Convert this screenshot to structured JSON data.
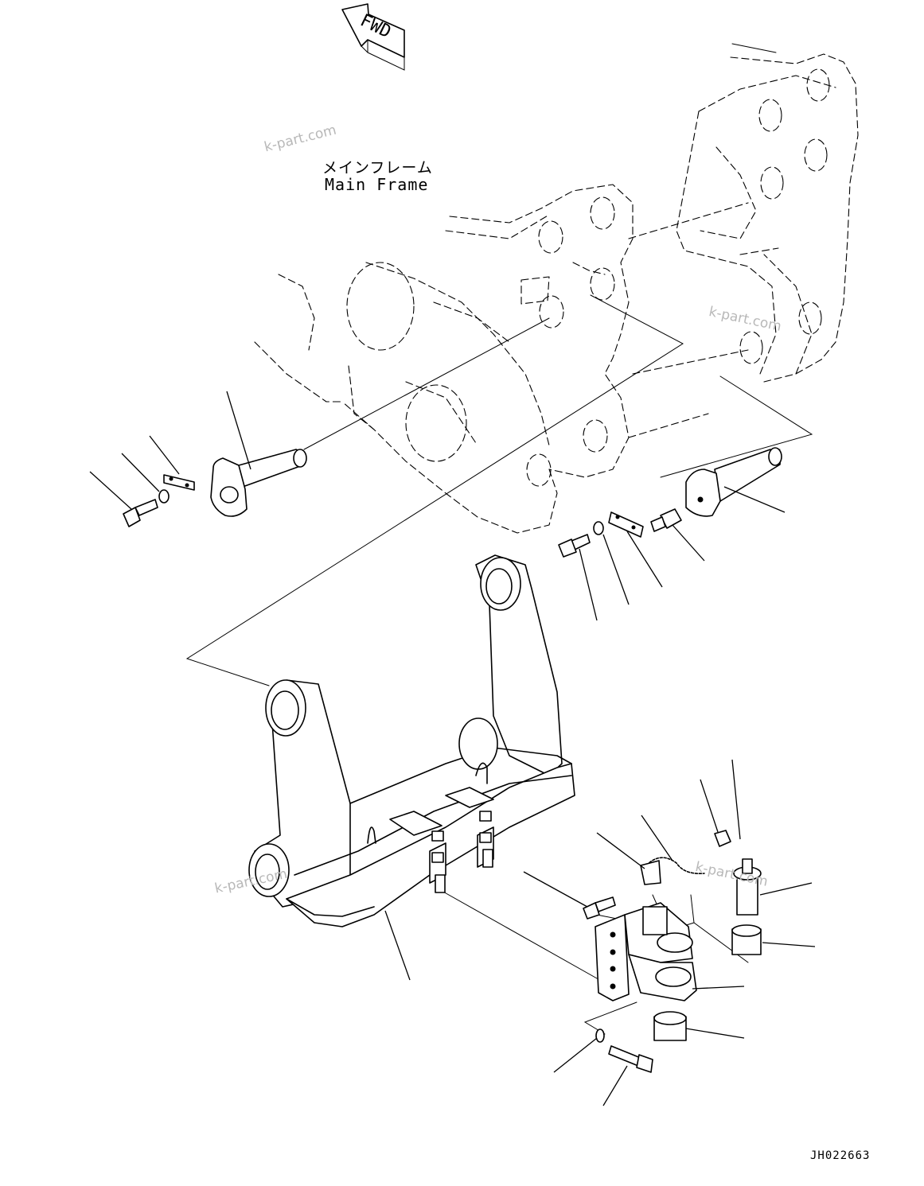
{
  "direction_marker": {
    "text": "FWD"
  },
  "labels": {
    "main_frame_jp": "メインフレーム",
    "main_frame_en": "Main Frame"
  },
  "drawing_number": "JH022663",
  "watermarks": [
    "k-part.com",
    "k-part.com",
    "k-part.com",
    "k-part.com"
  ]
}
